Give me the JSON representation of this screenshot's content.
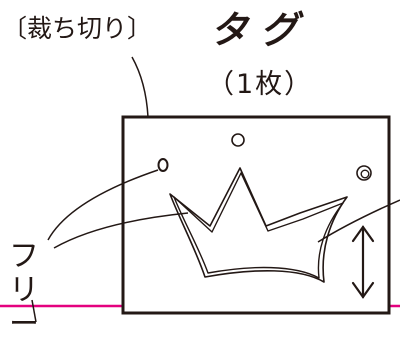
{
  "labels": {
    "cut_line": "〔裁ち切り〕",
    "title": "タグ",
    "count": "（1枚）",
    "free": "フリー"
  },
  "colors": {
    "line": "#231815",
    "guide": "#e4007f",
    "background": "#ffffff"
  },
  "icons": {
    "resize_arrow": "double-arrow-vertical-icon"
  }
}
